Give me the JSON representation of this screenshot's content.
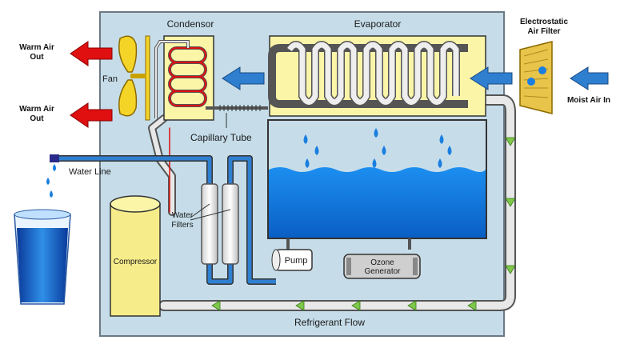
{
  "labels": {
    "condensor": "Condensor",
    "evaporator": "Evaporator",
    "fan": "Fan",
    "capillary_tube": "Capillary Tube",
    "water_line": "Water Line",
    "water_filters_line1": "Water",
    "water_filters_line2": "Filters",
    "compressor": "Compressor",
    "pump": "Pump",
    "ozone_line1": "Ozone",
    "ozone_line2": "Generator",
    "refrigerant_flow": "Refrigerant Flow",
    "warm_air_out_top_line1": "Warm Air",
    "warm_air_out_top_line2": "Out",
    "warm_air_out_bottom_line1": "Warm Air",
    "warm_air_out_bottom_line2": "Out",
    "electrostatic_line1": "Electrostatic",
    "electrostatic_line2": "Air Filter",
    "moist_air_in": "Moist Air In"
  },
  "colors": {
    "cabinet": "#c6dde9",
    "cabinet_border": "#6b7a84",
    "coil_bg": "#fbf5a8",
    "hot_arrow": "#e01010",
    "cold_arrow": "#2f7fd0",
    "water": "#1a7ee0",
    "refrigerant_line": "#e8e8e8",
    "flow_arrow": "#7ec84a"
  }
}
